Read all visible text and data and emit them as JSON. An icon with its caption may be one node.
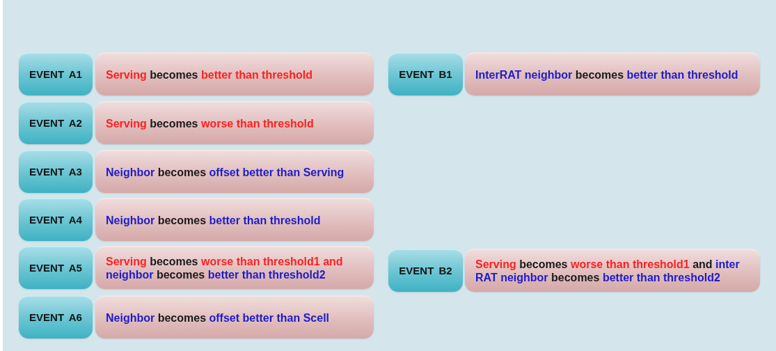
{
  "diagram": {
    "nodes": [
      {
        "text": [
          "EVENT A1"
        ]
      },
      {
        "text": [
          "Serving becomes better than threshold"
        ]
      },
      {
        "text": [
          "EVENT B1"
        ]
      },
      {
        "text": [
          "InterRAT neighbor becomes better than threshold"
        ]
      },
      {
        "text": [
          "EVENT A2"
        ]
      },
      {
        "text": [
          "Serving becomes worse than threshold"
        ]
      },
      {
        "text": [
          "EVENT A3"
        ]
      },
      {
        "text": [
          "Neighbor becomes offset better than Serving"
        ]
      },
      {
        "text": [
          "EVENT A4"
        ]
      },
      {
        "text": [
          "Neighbor becomes better than threshold"
        ]
      },
      {
        "text": [
          "EVENT A5"
        ]
      },
      {
        "text": [
          "Serving becomes worse than threshold1 and neighbor becomes better than threshold2"
        ]
      },
      {
        "text": [
          "EVENT B2"
        ]
      },
      {
        "text": [
          "Serving becomes worse than threshold1 and inter RAT neighbor becomes better than threshold2"
        ]
      },
      {
        "text": [
          "EVENT A6"
        ]
      },
      {
        "text": [
          "Neighbor becomes offset better than Scell"
        ]
      }
    ]
  }
}
